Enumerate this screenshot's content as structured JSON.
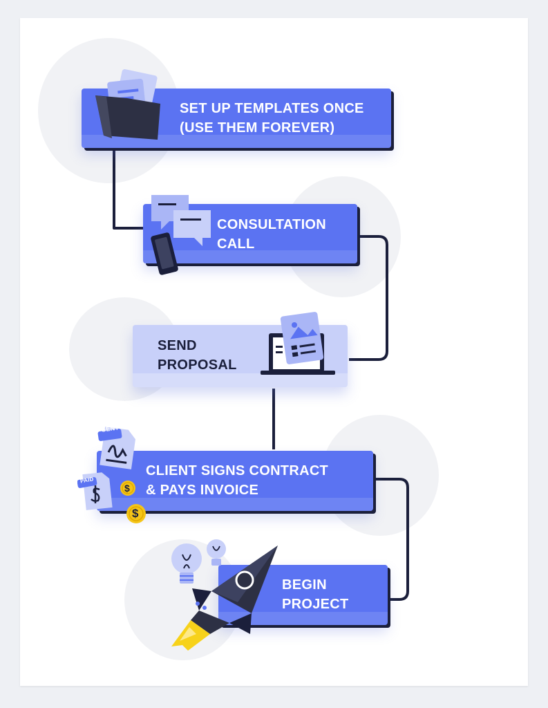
{
  "steps": [
    {
      "line1": "SET UP TEMPLATES ONCE",
      "line2": "(USE THEM FOREVER)"
    },
    {
      "line1": "CONSULTATION",
      "line2": "CALL"
    },
    {
      "line1": "SEND",
      "line2": "PROPOSAL"
    },
    {
      "line1": "CLIENT SIGNS CONTRACT",
      "line2": "& PAYS INVOICE"
    },
    {
      "line1": "BEGIN",
      "line2": "PROJECT"
    }
  ],
  "badges": {
    "sent": "SENT",
    "paid": "PAID",
    "dollar": "$"
  },
  "colors": {
    "box": "#5b73f2",
    "box_light": "#c8d0f9",
    "connector": "#1b1f3b",
    "coin": "#f5c518",
    "flame": "#f7d21a"
  },
  "icons": [
    "folder-icon",
    "chat-bubbles-icon",
    "phone-icon",
    "laptop-icon",
    "document-icon",
    "coin-icon",
    "lightbulb-icon",
    "rocket-icon"
  ]
}
